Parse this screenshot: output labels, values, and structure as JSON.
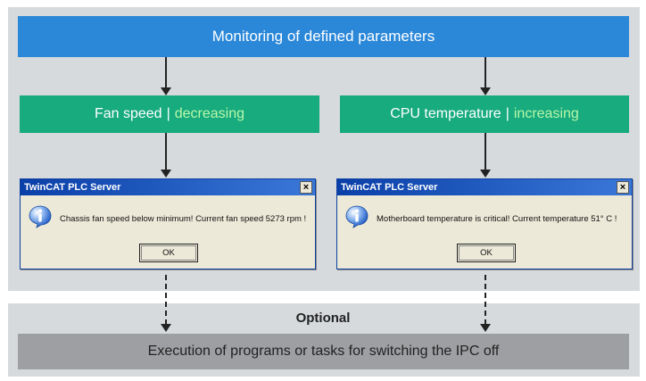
{
  "header": {
    "title": "Monitoring of defined parameters"
  },
  "left": {
    "parameter": "Fan speed",
    "separator": "|",
    "trend": "decreasing",
    "dialog": {
      "title": "TwinCAT PLC Server",
      "close": "×",
      "message": "Chassis fan speed below minimum! Current fan speed 5273 rpm !",
      "ok_label": "OK"
    }
  },
  "right": {
    "parameter": "CPU temperature",
    "separator": "|",
    "trend": "increasing",
    "dialog": {
      "title": "TwinCAT PLC Server",
      "close": "×",
      "message": "Motherboard temperature is critical! Current temperature 51° C !",
      "ok_label": "OK"
    }
  },
  "optional_label": "Optional",
  "footer": {
    "action": "Execution of programs or tasks for switching the IPC off"
  },
  "colors": {
    "header_blue": "#2b88d9",
    "parameter_green": "#17ab7e",
    "trend_highlight": "#b9f7a8",
    "panel_gray": "#d7dadd",
    "footer_gray": "#9d9fa2"
  },
  "icons": {
    "dialog_icon": "info-icon",
    "close_icon": "close-icon"
  }
}
